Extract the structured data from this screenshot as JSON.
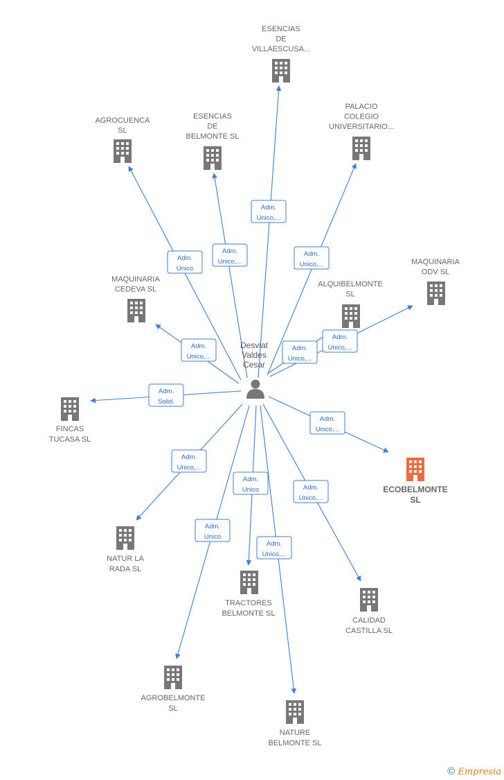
{
  "center": {
    "id": "person",
    "label": [
      "Desviat",
      "Valdes",
      "Cesar"
    ],
    "icon": "person-icon",
    "color": "#777777"
  },
  "colors": {
    "edge": "#3a7fd8",
    "company": "#777777",
    "highlight": "#f26a3b",
    "label": "#666666"
  },
  "companies": [
    {
      "id": "esencias-villaescusa",
      "label": [
        "ESENCIAS",
        "DE",
        "VILLAESCUSA..."
      ],
      "icon": "building-icon",
      "highlight": false,
      "relation": [
        "Adm.",
        "Unico,..."
      ]
    },
    {
      "id": "palacio-colegio",
      "label": [
        "PALACIO",
        "COLEGIO",
        "UNIVERSITARIO..."
      ],
      "icon": "building-icon",
      "highlight": false,
      "relation": [
        "Adm.",
        "Unico,..."
      ]
    },
    {
      "id": "esencias-belmonte",
      "label": [
        "ESENCIAS",
        "DE",
        "BELMONTE  SL"
      ],
      "icon": "building-icon",
      "highlight": false,
      "relation": [
        "Adm.",
        "Unico,..."
      ]
    },
    {
      "id": "agrocuenca",
      "label": [
        "AGROCUENCA",
        "SL"
      ],
      "icon": "building-icon",
      "highlight": false,
      "relation": [
        "Adm.",
        "Unico"
      ]
    },
    {
      "id": "maquinaria-odv",
      "label": [
        "MAQUINARIA",
        "ODV  SL"
      ],
      "icon": "building-icon",
      "highlight": false,
      "relation": [
        "Adm.",
        "Unico,..."
      ]
    },
    {
      "id": "alquibelmonte",
      "label": [
        "ALQUIBELMONTE",
        "SL"
      ],
      "icon": "building-icon",
      "highlight": false,
      "relation": [
        "Adm.",
        "Unico,..."
      ]
    },
    {
      "id": "maquinaria-cedeva",
      "label": [
        "MAQUINARIA",
        "CEDEVA  SL"
      ],
      "icon": "building-icon",
      "highlight": false,
      "relation": [
        "Adm.",
        "Unico,..."
      ]
    },
    {
      "id": "fincas-tucasa",
      "label": [
        "FINCAS",
        "TUCASA  SL"
      ],
      "icon": "building-icon",
      "highlight": false,
      "relation": [
        "Adm.",
        "Solid."
      ]
    },
    {
      "id": "ecobelmonte",
      "label": [
        "ECOBELMONTE",
        "SL"
      ],
      "icon": "building-icon",
      "highlight": true,
      "relation": [
        "Adm.",
        "Unico,..."
      ]
    },
    {
      "id": "natur-la-rada",
      "label": [
        "NATUR LA",
        "RADA  SL"
      ],
      "icon": "building-icon",
      "highlight": false,
      "relation": [
        "Adm.",
        "Unico,..."
      ]
    },
    {
      "id": "calidad-castilla",
      "label": [
        "CALIDAD",
        "CASTILLA  SL"
      ],
      "icon": "building-icon",
      "highlight": false,
      "relation": [
        "Adm.",
        "Unico,..."
      ]
    },
    {
      "id": "tractores-belmonte",
      "label": [
        "TRACTORES",
        "BELMONTE SL"
      ],
      "icon": "building-icon",
      "highlight": false,
      "relation": [
        "Adm.",
        "Unico"
      ]
    },
    {
      "id": "agrobelmonte",
      "label": [
        "AGROBELMONTE",
        "SL"
      ],
      "icon": "building-icon",
      "highlight": false,
      "relation": [
        "Adm.",
        "Unico"
      ]
    },
    {
      "id": "nature-belmonte",
      "label": [
        "NATURE",
        "BELMONTE  SL"
      ],
      "icon": "building-icon",
      "highlight": false,
      "relation": [
        "Adm.",
        "Unico,..."
      ]
    }
  ],
  "footer": {
    "copyright_symbol": "©",
    "brand": "Empresia"
  }
}
